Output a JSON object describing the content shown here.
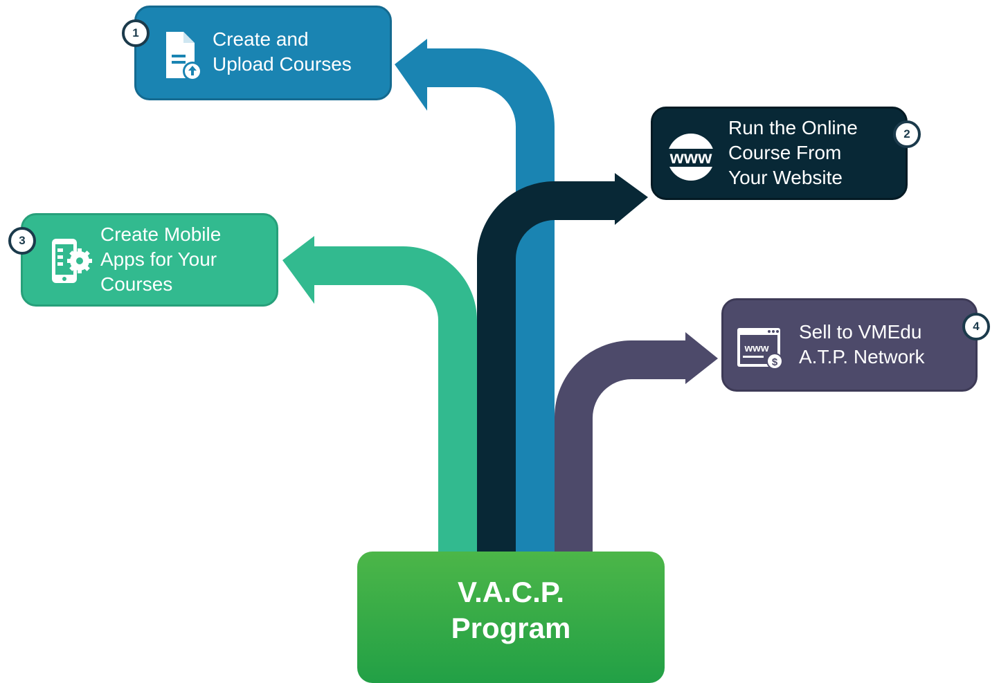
{
  "center": {
    "title": "V.A.C.P.\nProgram",
    "color": "#3aad47"
  },
  "steps": [
    {
      "number": "1",
      "label": "Create and\nUpload Courses",
      "color": "#1a84b2",
      "icon": "document-upload-icon"
    },
    {
      "number": "2",
      "label": "Run the Online\nCourse From\nYour Website",
      "color": "#082836",
      "icon": "www-globe-icon",
      "icon_text": "www"
    },
    {
      "number": "3",
      "label": "Create Mobile\nApps for Your\nCourses",
      "color": "#32ba8f",
      "icon": "mobile-app-gear-icon"
    },
    {
      "number": "4",
      "label": "Sell to VMEdu\nA.T.P. Network",
      "color": "#4d4a6a",
      "icon": "browser-dollar-icon",
      "icon_text": "www"
    }
  ]
}
